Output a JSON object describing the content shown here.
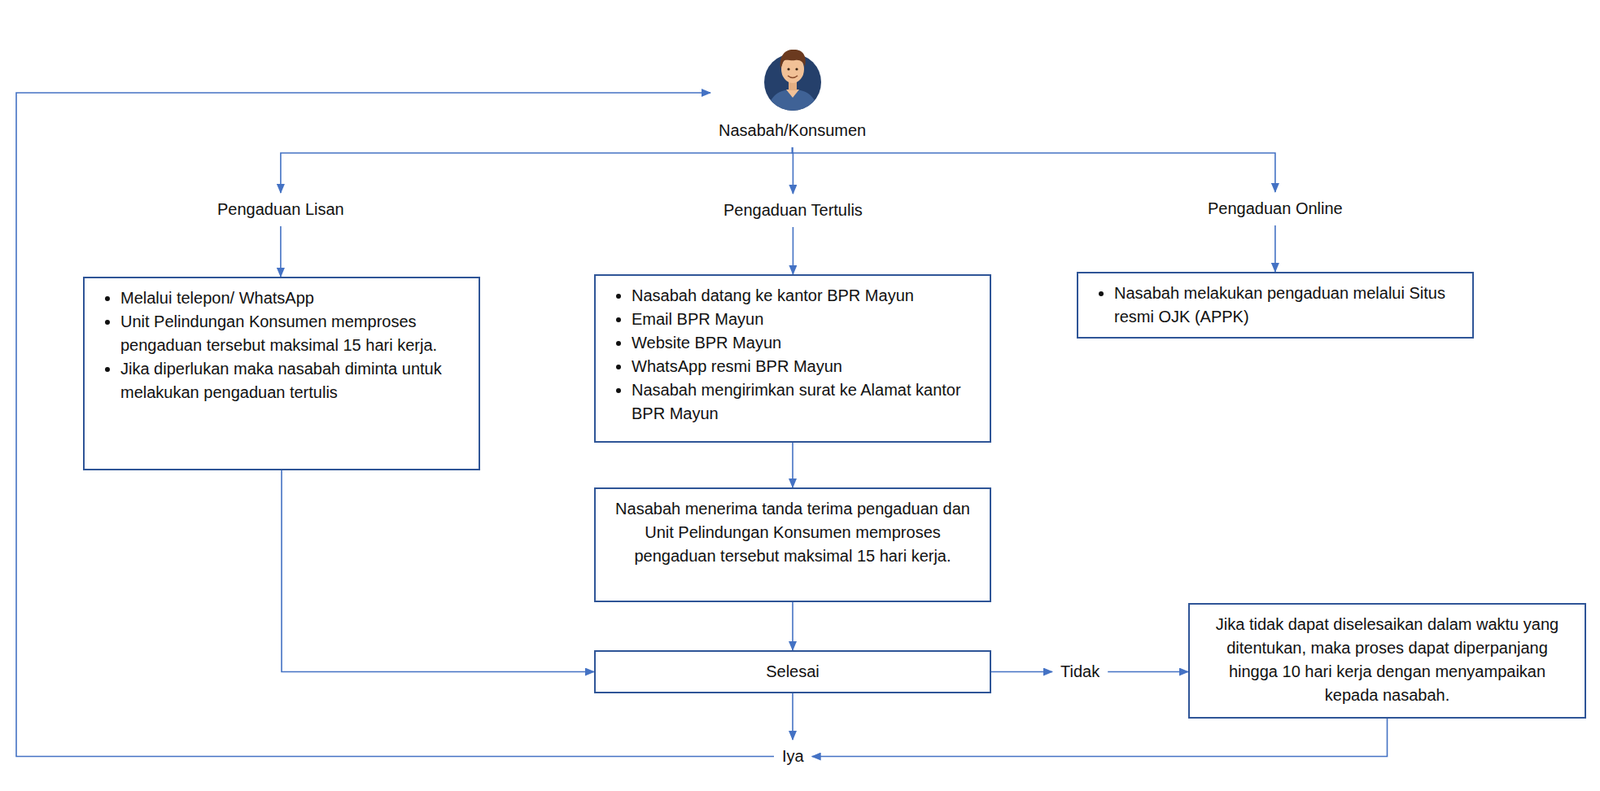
{
  "diagram": {
    "nodes": [
      {
        "text": [
          "Nasabah/Konsumen"
        ]
      },
      {
        "text": [
          "Pengaduan Lisan"
        ]
      },
      {
        "text": [
          "Pengaduan Tertulis"
        ]
      },
      {
        "text": [
          "Pengaduan Online"
        ]
      },
      {
        "text": [
          "Melalui telepon/ WhatsApp",
          "Unit Pelindungan Konsumen memproses pengaduan tersebut maksimal 15 hari kerja.",
          "Jika diperlukan maka nasabah diminta untuk melakukan pengaduan tertulis"
        ]
      },
      {
        "text": [
          "Nasabah datang ke kantor BPR Mayun",
          "Email BPR Mayun",
          "Website BPR Mayun",
          "WhatsApp resmi BPR Mayun",
          "Nasabah mengirimkan surat ke Alamat kantor BPR Mayun"
        ]
      },
      {
        "text": [
          "Nasabah melakukan pengaduan melalui Situs resmi OJK (APPK)"
        ]
      },
      {
        "text": [
          "Nasabah menerima tanda terima pengaduan dan Unit Pelindungan Konsumen memproses pengaduan tersebut maksimal 15 hari kerja."
        ]
      },
      {
        "text": [
          "Selesai"
        ]
      },
      {
        "text": [
          "Tidak"
        ]
      },
      {
        "text": [
          "Jika tidak dapat diselesaikan dalam waktu yang ditentukan, maka proses dapat diperpanjang hingga 10 hari kerja dengan menyampaikan kepada nasabah."
        ]
      },
      {
        "text": [
          "Iya"
        ]
      }
    ],
    "edges": [
      {
        "from": 0,
        "to": 1,
        "arrow": "to"
      },
      {
        "from": 0,
        "to": 2,
        "arrow": "to"
      },
      {
        "from": 0,
        "to": 3,
        "arrow": "to"
      },
      {
        "from": 1,
        "to": 4,
        "arrow": "to"
      },
      {
        "from": 2,
        "to": 5,
        "arrow": "to"
      },
      {
        "from": 3,
        "to": 6,
        "arrow": "to"
      },
      {
        "from": 5,
        "to": 7,
        "arrow": "to"
      },
      {
        "from": 7,
        "to": 8,
        "arrow": "to"
      },
      {
        "from": 4,
        "to": 8,
        "arrow": "to"
      },
      {
        "from": 8,
        "to": 9,
        "arrow": "to"
      },
      {
        "from": 9,
        "to": 10,
        "arrow": "to"
      },
      {
        "from": 8,
        "to": 11,
        "arrow": "to"
      },
      {
        "from": 10,
        "to": 11,
        "arrow": "to"
      },
      {
        "from": 11,
        "to": 0,
        "arrow": "to"
      }
    ]
  }
}
